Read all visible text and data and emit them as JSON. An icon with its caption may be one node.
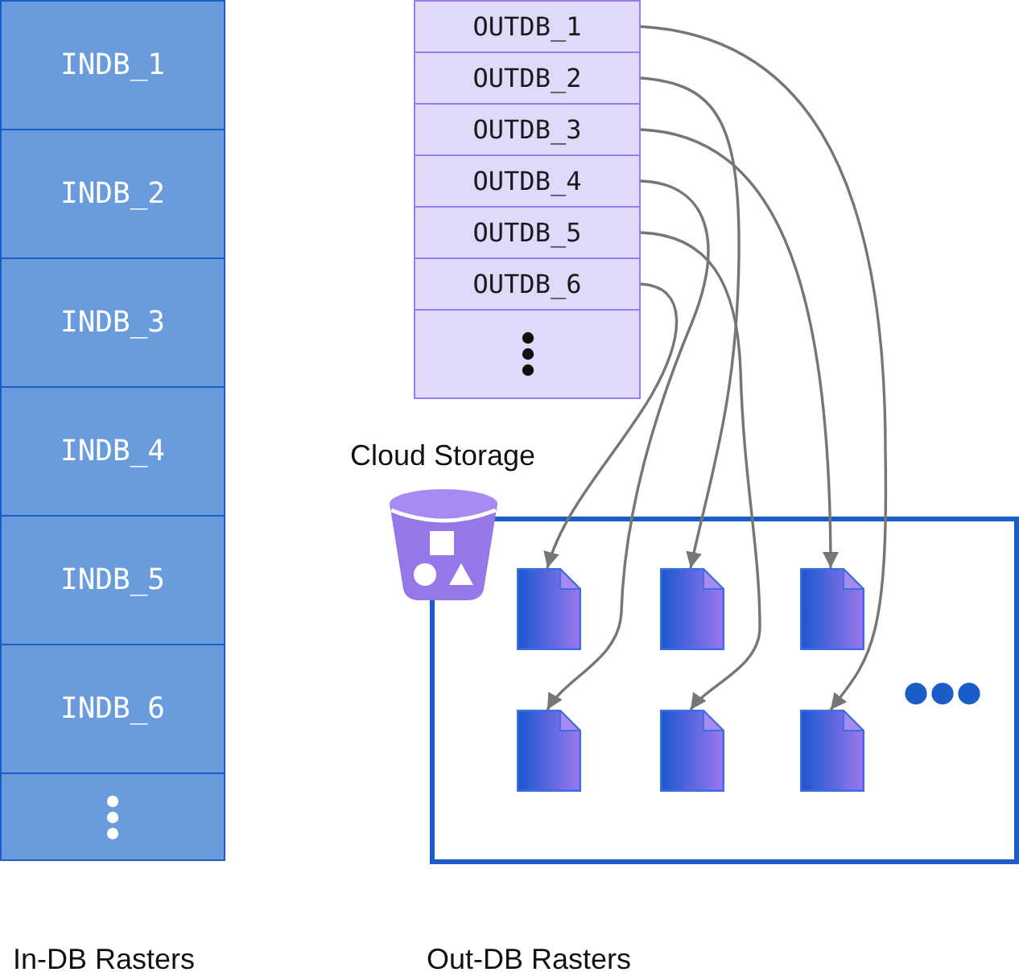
{
  "diagram": {
    "nodes": [
      {
        "text": [
          "INDB_1"
        ]
      },
      {
        "text": [
          "INDB_2"
        ]
      },
      {
        "text": [
          "INDB_3"
        ]
      },
      {
        "text": [
          "INDB_4"
        ]
      },
      {
        "text": [
          "INDB_5"
        ]
      },
      {
        "text": [
          "INDB_6"
        ]
      },
      {
        "text": [],
        "shape": "box"
      },
      {
        "text": [
          "OUTDB_1"
        ]
      },
      {
        "text": [
          "OUTDB_2"
        ]
      },
      {
        "text": [
          "OUTDB_3"
        ]
      },
      {
        "text": [
          "OUTDB_4"
        ]
      },
      {
        "text": [
          "OUTDB_5"
        ]
      },
      {
        "text": [
          "OUTDB_6"
        ]
      },
      {
        "text": [],
        "shape": "box"
      },
      {
        "text": [
          "Cloud Storage"
        ]
      },
      {
        "text": [],
        "shape": "box"
      },
      {
        "text": [],
        "shape": "file",
        "in": 15
      },
      {
        "text": [],
        "shape": "file",
        "in": 15
      },
      {
        "text": [],
        "shape": "file",
        "in": 15
      },
      {
        "text": [],
        "shape": "file",
        "in": 15
      },
      {
        "text": [],
        "shape": "file",
        "in": 15
      },
      {
        "text": [],
        "shape": "file",
        "in": 15
      }
    ],
    "edges": [
      {
        "from": 7,
        "to": 21,
        "arrow": "to"
      },
      {
        "from": 8,
        "to": 17,
        "arrow": "to"
      },
      {
        "from": 9,
        "to": 18,
        "arrow": "to"
      },
      {
        "from": 10,
        "to": 19,
        "arrow": "to"
      },
      {
        "from": 11,
        "to": 20,
        "arrow": "to"
      },
      {
        "from": 12,
        "to": 16,
        "arrow": "to"
      }
    ],
    "labels": [
      "In-DB Rasters",
      "Out-DB Rasters"
    ]
  }
}
